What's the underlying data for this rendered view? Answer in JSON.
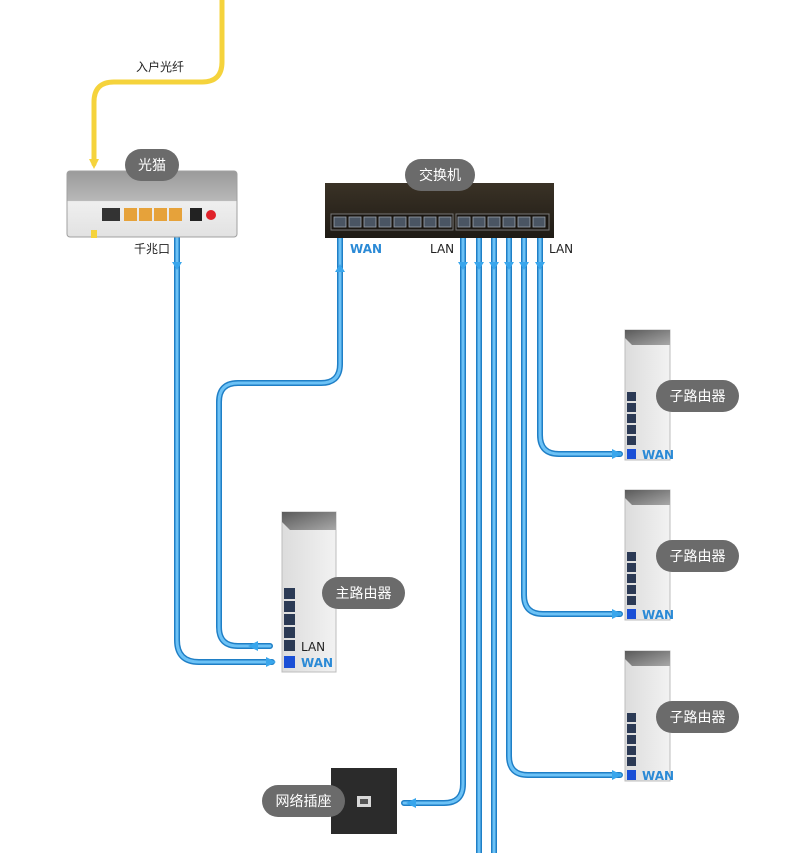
{
  "labels": {
    "fiber_in": "入户光纤",
    "modem": "光猫",
    "gigabit_port": "千兆口",
    "switch": "交换机",
    "switch_wan": "WAN",
    "switch_lan_left": "LAN",
    "switch_lan_right": "LAN",
    "main_router": "主路由器",
    "main_router_lan": "LAN",
    "main_router_wan": "WAN",
    "sub_router_1": "子路由器",
    "sub_router_1_wan": "WAN",
    "sub_router_2": "子路由器",
    "sub_router_2_wan": "WAN",
    "sub_router_3": "子路由器",
    "sub_router_3_wan": "WAN",
    "wall_socket": "网络插座"
  },
  "colors": {
    "fiber": "#f5d33c",
    "cable": "#39a6ec",
    "cable_edge": "#1f7fc6",
    "pill": "#6b6b6b",
    "switch_body": "#2a241c",
    "device_body": "#e8e8e8",
    "modem_port": "#e6a23a",
    "router_port": "#2b3a55",
    "router_wan_port": "#1a4fd6",
    "socket_body": "#2b2b2b"
  }
}
